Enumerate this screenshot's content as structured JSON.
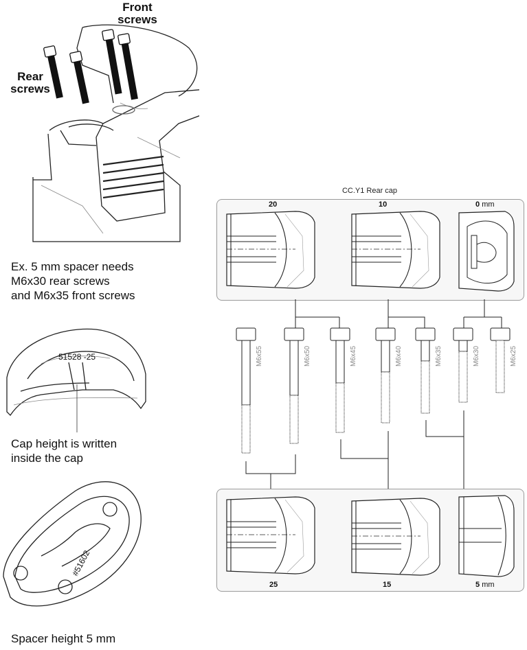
{
  "left": {
    "front_screws_label": "Front\nscrews",
    "rear_screws_label": "Rear\nscrews",
    "example_caption": [
      "Ex. 5 mm spacer needs",
      "M6x30 rear screws",
      "and M6x35 front screws"
    ],
    "cap_engraving": "51528 -25",
    "cap_caption": [
      "Cap height is written",
      "inside the cap"
    ],
    "spacer_engraving": "#51602",
    "spacer_caption": "Spacer height 5 mm"
  },
  "rear_cap_panel": {
    "title": "CC.Y1 Rear cap",
    "top_caps": [
      {
        "height": "20",
        "unit": ""
      },
      {
        "height": "10",
        "unit": ""
      },
      {
        "height": "0",
        "unit": "mm"
      }
    ],
    "bottom_caps": [
      {
        "height": "25",
        "unit": ""
      },
      {
        "height": "15",
        "unit": ""
      },
      {
        "height": "5",
        "unit": "mm"
      }
    ]
  },
  "screws": [
    "M6x55",
    "M6x50",
    "M6x45",
    "M6x40",
    "M6x35",
    "M6x30",
    "M6x25"
  ]
}
